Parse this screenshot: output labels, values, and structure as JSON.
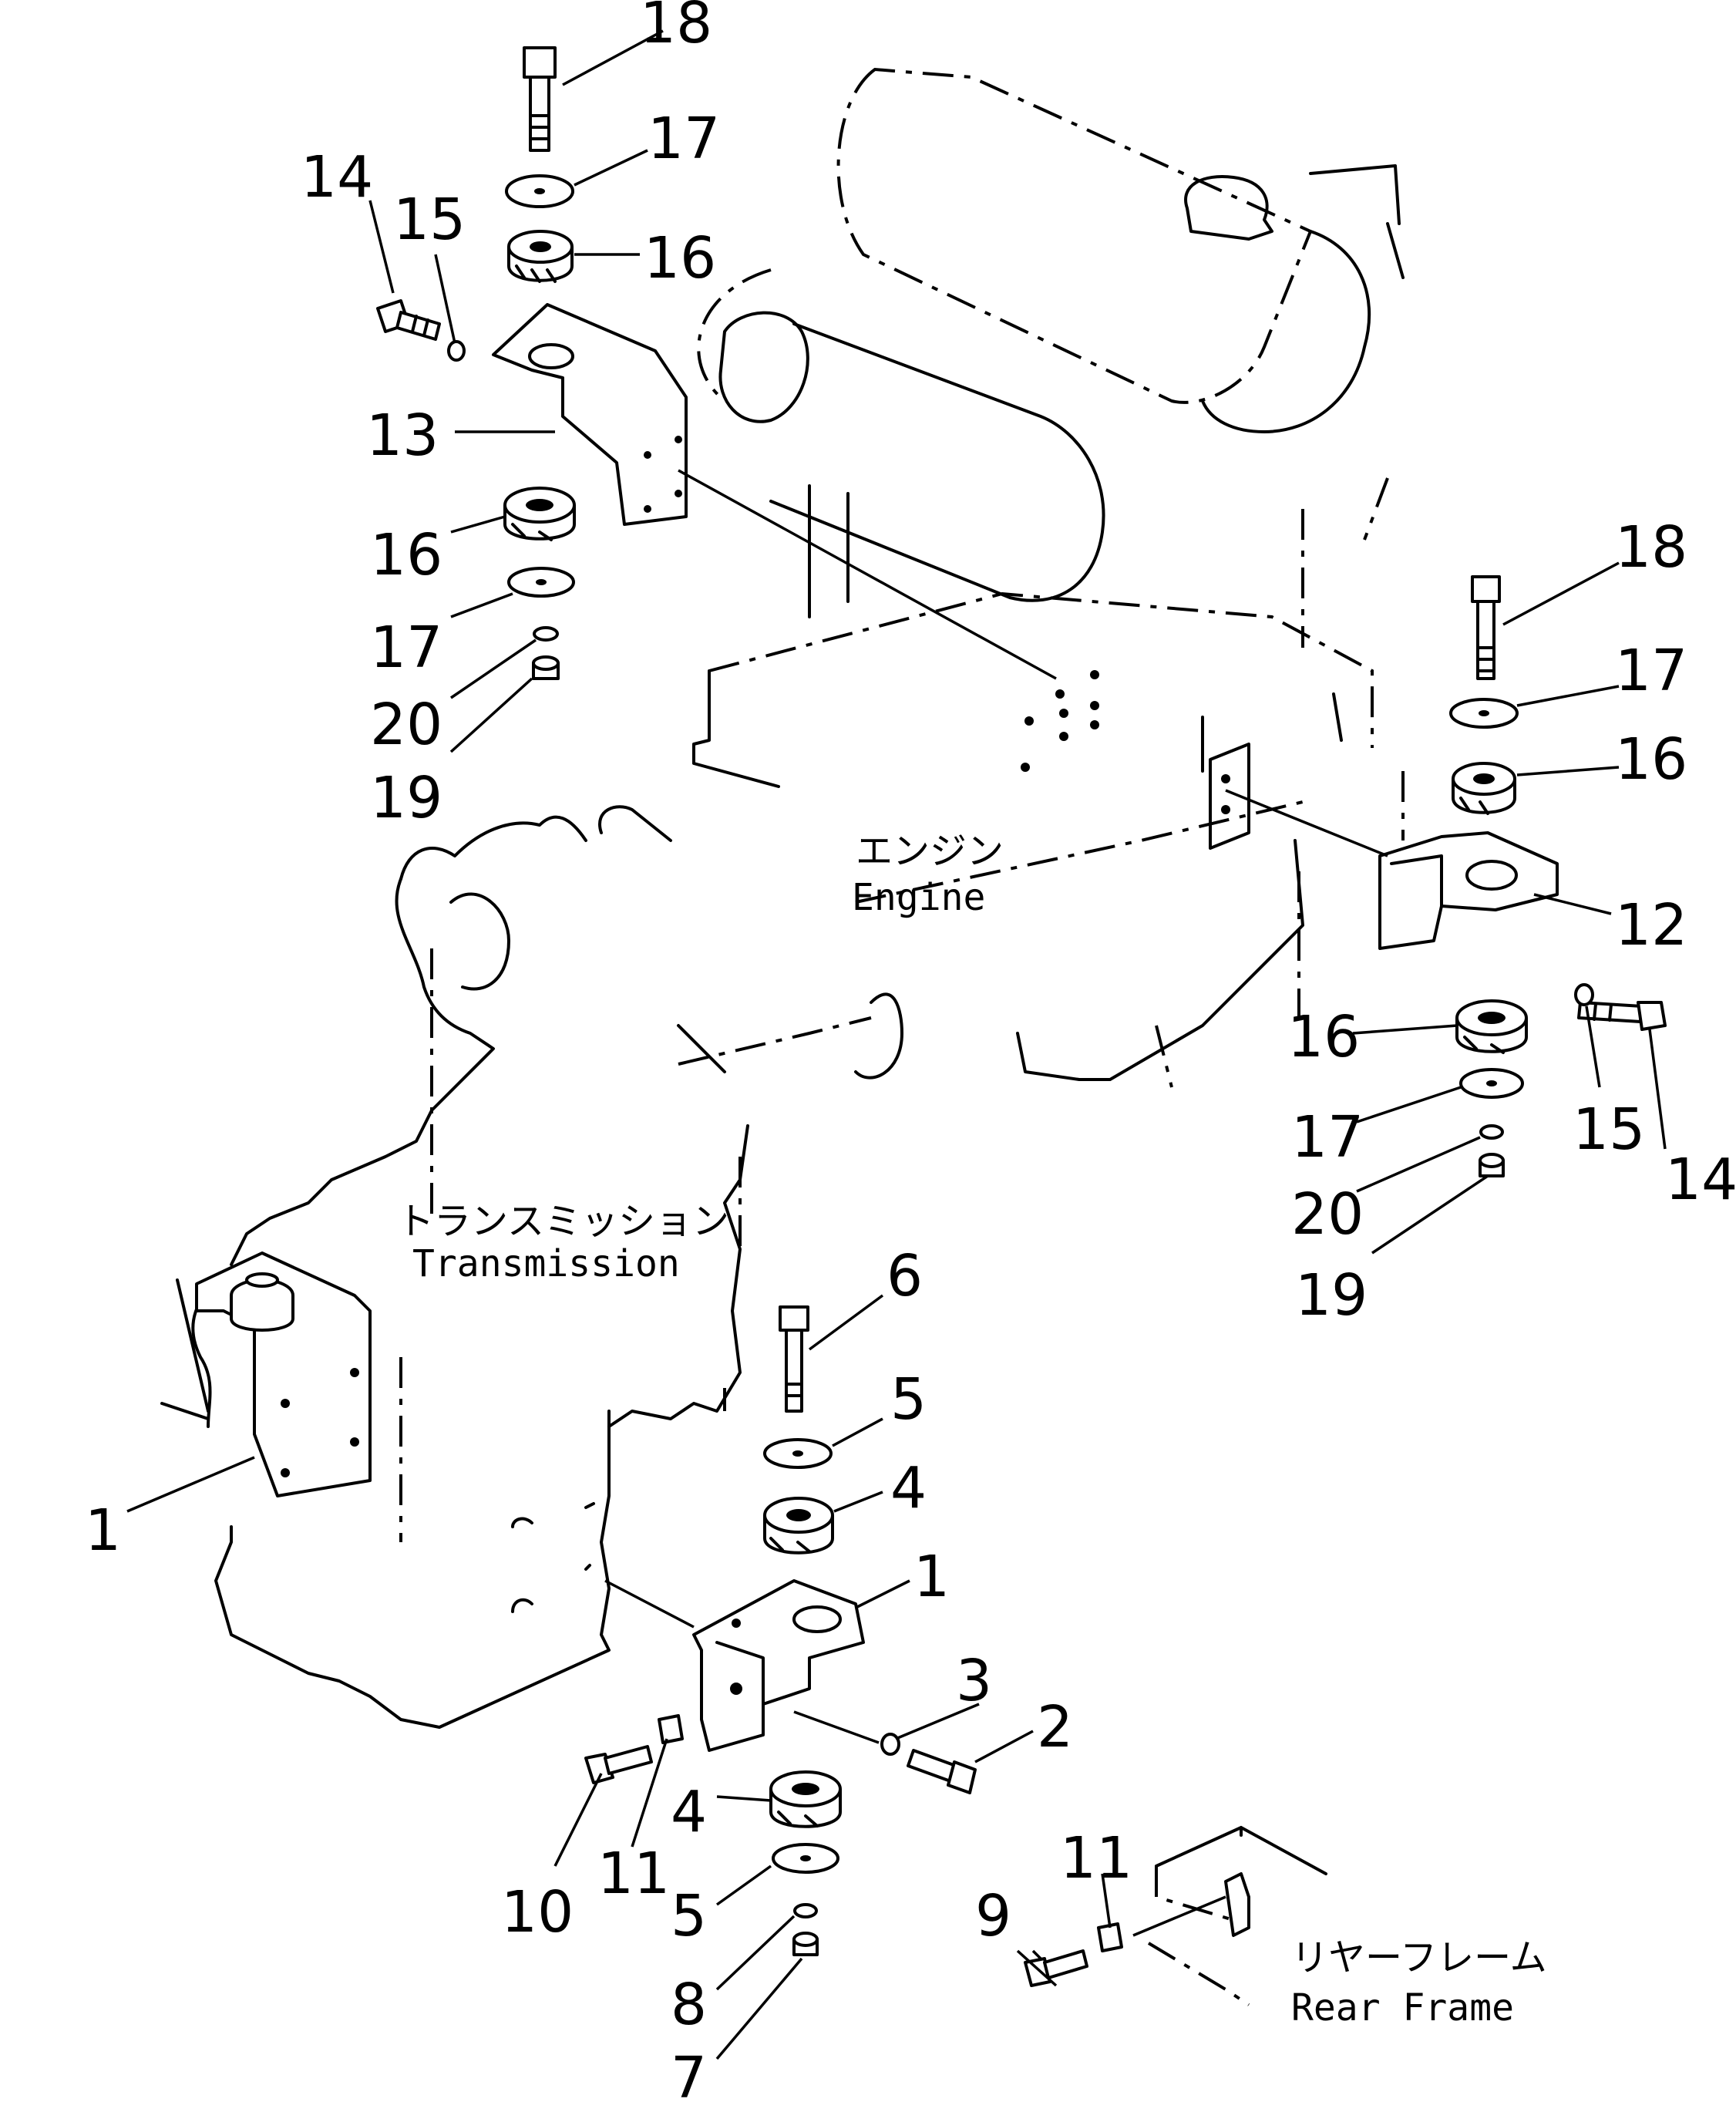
{
  "labels": {
    "engine_jp": "エンジン",
    "engine_en": "Engine",
    "transmission_jp": "トランスミッション",
    "transmission_en": "Transmission",
    "rear_frame_jp": "リヤーフレーム",
    "rear_frame_en": "Rear Frame"
  },
  "part_numbers": {
    "p1_left": "1",
    "p1": "1",
    "p2": "2",
    "p3": "3",
    "p4_top": "4",
    "p4_bottom": "4",
    "p5_top": "5",
    "p5_bottom": "5",
    "p6": "6",
    "p7": "7",
    "p8": "8",
    "p9": "9",
    "p10": "10",
    "p11_left": "11",
    "p11_right": "11",
    "p12": "12",
    "p13": "13",
    "p14_left": "14",
    "p14_right": "14",
    "p15_left": "15",
    "p15_right": "15",
    "p16_a": "16",
    "p16_b": "16",
    "p16_c": "16",
    "p16_d": "16",
    "p17_a": "17",
    "p17_b": "17",
    "p17_c": "17",
    "p17_d": "17",
    "p18_left": "18",
    "p18_right": "18",
    "p19_left": "19",
    "p19_right": "19",
    "p20_left": "20",
    "p20_right": "20"
  }
}
